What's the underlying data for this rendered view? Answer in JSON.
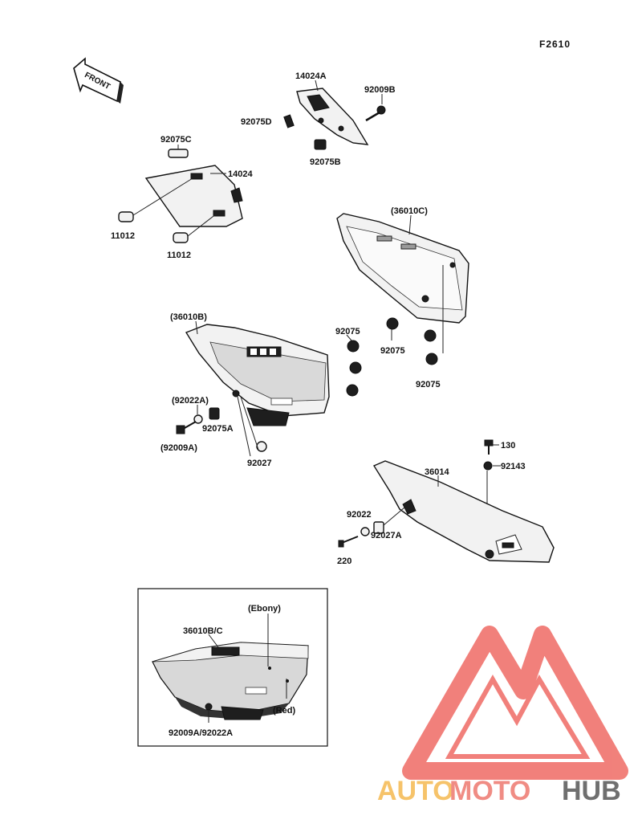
{
  "diagram_code": "F2610",
  "front_label": "FRONT",
  "labels": {
    "p14024A": "14024A",
    "p92009B": "92009B",
    "p92075D": "92075D",
    "p92075B": "92075B",
    "p92075C": "92075C",
    "p14024": "14024",
    "p11012a": "11012",
    "p11012b": "11012",
    "p36010C": "(36010C)",
    "p36010B": "(36010B)",
    "p92075a": "92075",
    "p92075b": "92075",
    "p92075c": "92075",
    "p92022A": "(92022A)",
    "p92075A": "92075A",
    "p92009A": "(92009A)",
    "p92027": "92027",
    "p130": "130",
    "p92143": "92143",
    "p36014": "36014",
    "p92022": "92022",
    "p92027A": "92027A",
    "p220": "220"
  },
  "inset": {
    "ebony": "(Ebony)",
    "part": "36010B/C",
    "red": "(Red)",
    "fasteners": "92009A/92022A"
  },
  "watermark": {
    "auto": "AUTO",
    "moto": "MOTO",
    "hub": "HUB",
    "color_auto": "#f6c36a",
    "color_moto": "#f08c84",
    "color_hub": "#6f6f6f",
    "color_logo": "#f0736d"
  }
}
